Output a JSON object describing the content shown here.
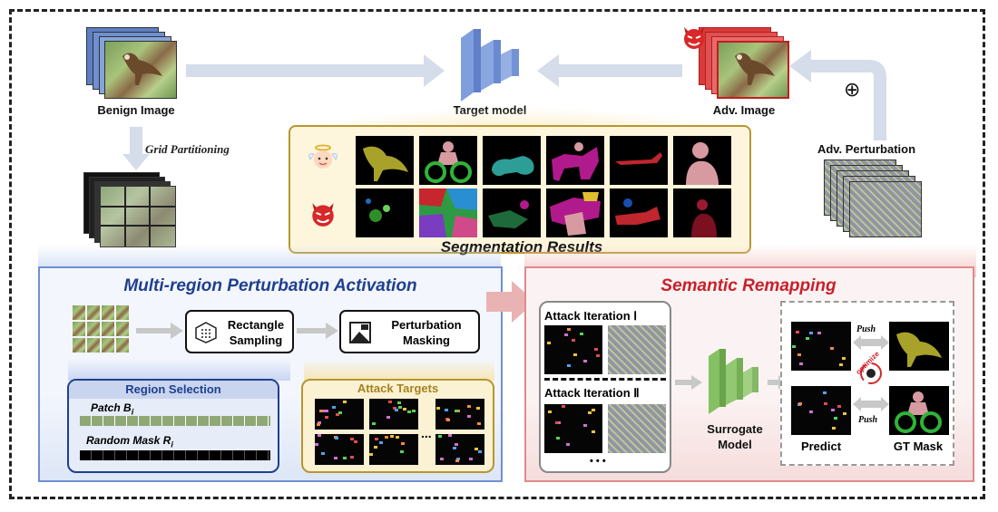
{
  "labels": {
    "benign_image": "Benign Image",
    "target_model": "Target model",
    "adv_image": "Adv. Image",
    "grid_partitioning": "Grid Partitioning",
    "adv_perturbation": "Adv. Perturbation",
    "segmentation_results": "Segmentation Results",
    "oplus": "⊕"
  },
  "left_panel": {
    "title": "Multi-region Perturbation Activation",
    "rect_sampling_line1": "Rectangle",
    "rect_sampling_line2": "Sampling",
    "pert_mask_line1": "Perturbation",
    "pert_mask_line2": "Masking",
    "region_selection": "Region Selection",
    "patch_label": "Patch B",
    "patch_sub": "i",
    "mask_label": "Random Mask R",
    "mask_sub": "i",
    "attack_targets": "Attack Targets",
    "ellipsis": "..."
  },
  "right_panel": {
    "title": "Semantic Remapping",
    "attack_iter_1": "Attack Iteration Ⅰ",
    "attack_iter_2": "Attack Iteration Ⅱ",
    "dots": "• • •",
    "surrogate_line1": "Surrogate",
    "surrogate_line2": "Model",
    "predict": "Predict",
    "gt_mask": "GT Mask",
    "push_top": "Push",
    "push_bottom": "Push",
    "optimize": "optimize"
  },
  "colors": {
    "blue_title": "#1f3f8f",
    "red_title": "#c8202a",
    "gold": "#b8962e",
    "left_border": "#6f8fd6",
    "right_border": "#e08a8a",
    "surrogate": "#8fc46a",
    "target_model": "#8aa6e0"
  }
}
